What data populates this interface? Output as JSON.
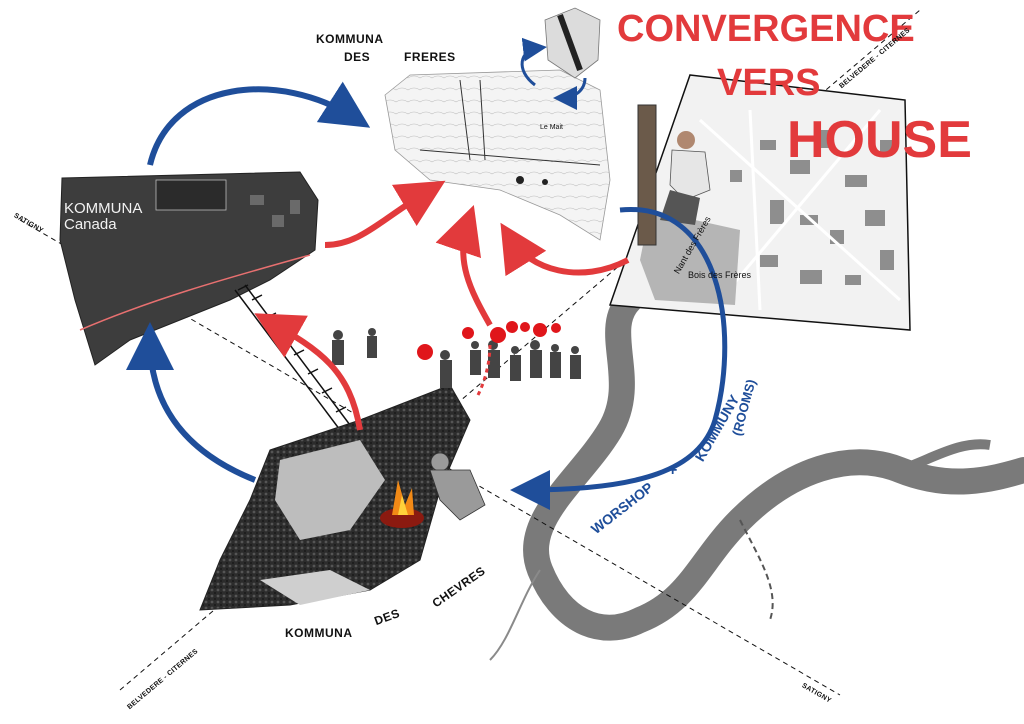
{
  "title": {
    "line1": "CONVERGENCE",
    "line2": "VERS",
    "line3": "HOUSE"
  },
  "places": {
    "kommuna_des_freres_1": "KOMMUNA",
    "kommuna_des_freres_2": "DES",
    "kommuna_des_freres_3": "FRERES",
    "kommuna_canada_1": "KOMMUNA",
    "kommuna_canada_2": "Canada",
    "kommuna_des_chevres_1": "KOMMUNA",
    "kommuna_des_chevres_2": "DES",
    "kommuna_des_chevres_3": "CHEVRES"
  },
  "map_labels": {
    "nant_des_freres": "Nant des Frères",
    "bois_des_freres": "Bois des Frères",
    "vu_haut": "Le Mait"
  },
  "axis_labels": {
    "satigny_left": "SATIGNY",
    "satigny_right": "SATIGNY",
    "belvedere_top": "BELVEDERE - CITERNES",
    "belvedere_bottom": "BELVEDERE - CITERNES"
  },
  "river_text": {
    "worshop": "WORSHOP",
    "plus": "+",
    "kommuny": "KOMMUNY",
    "rooms": "(ROOMS)"
  },
  "colors": {
    "blue_arrow": "#1f4e9a",
    "red_arrow": "#e23a3c",
    "river": "#7a7a7a",
    "dark_map": "#3a3a3a",
    "balloon": "#e0161b"
  }
}
